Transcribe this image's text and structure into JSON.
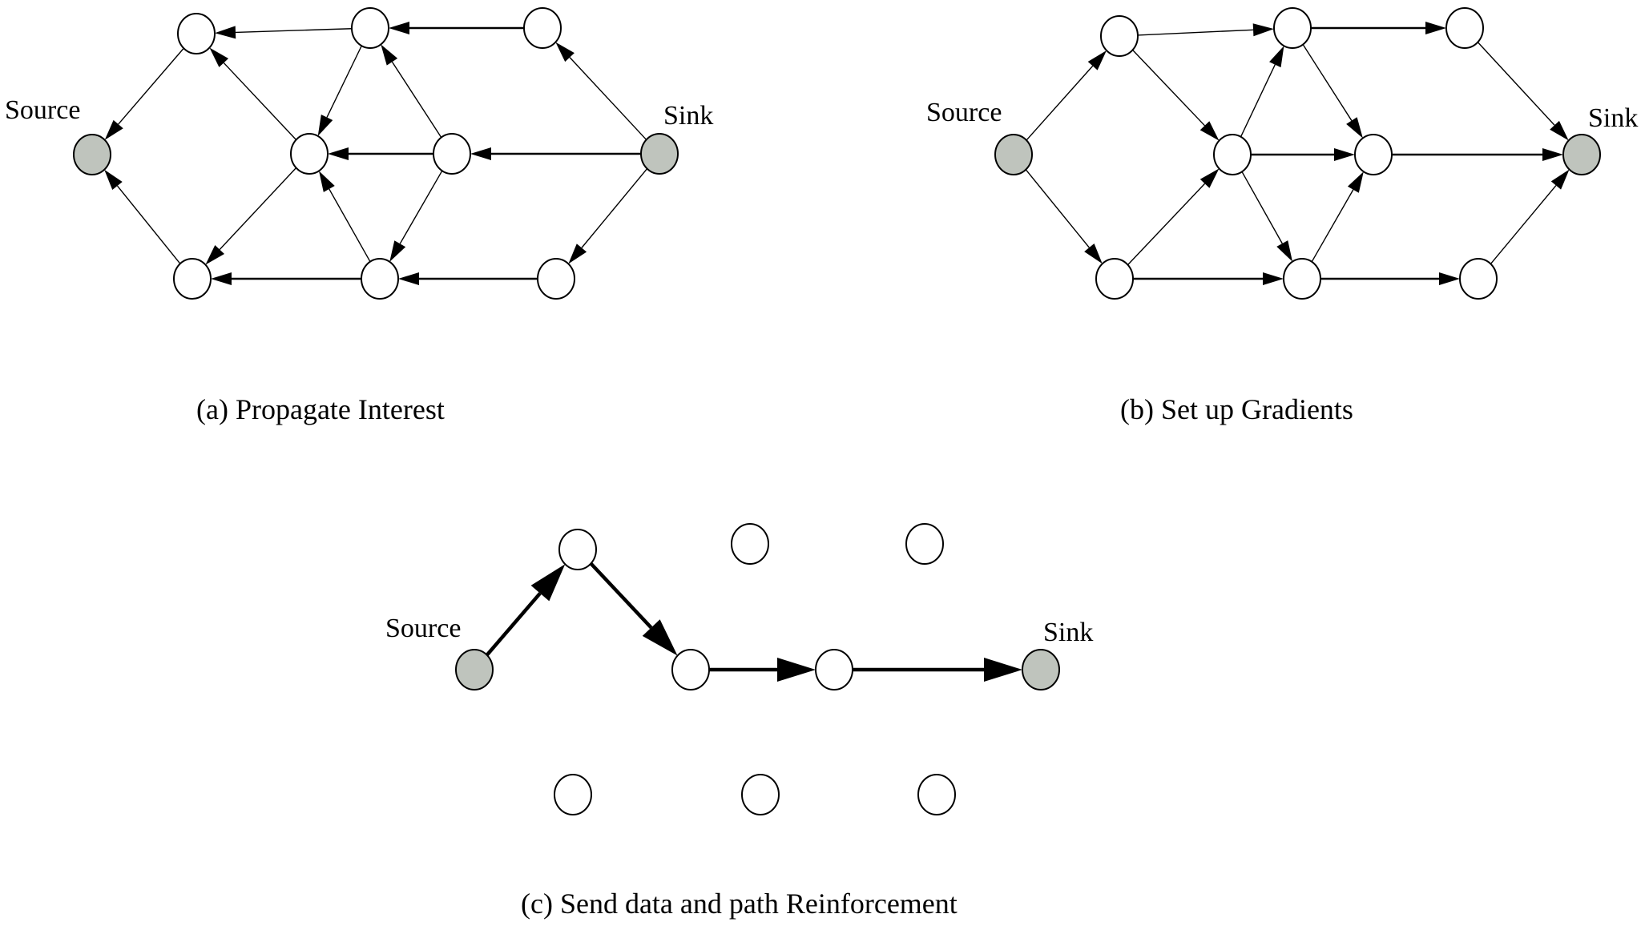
{
  "colors": {
    "node_fill": "#ffffff",
    "endpoint_fill": "#bfc4bd",
    "stroke": "#000000"
  },
  "panels": [
    {
      "id": "a",
      "caption": "(a) Propagate Interest",
      "labels": {
        "source": "Source",
        "sink": "Sink"
      },
      "nodes": [
        "source",
        "tl",
        "tm",
        "tr",
        "ml",
        "mr",
        "sink",
        "bl",
        "bm",
        "br"
      ],
      "edges": [
        [
          "tm",
          "tl"
        ],
        [
          "tr",
          "tm"
        ],
        [
          "tl",
          "source"
        ],
        [
          "bl",
          "source"
        ],
        [
          "ml",
          "tl"
        ],
        [
          "tm",
          "ml"
        ],
        [
          "mr",
          "tm"
        ],
        [
          "sink",
          "tr"
        ],
        [
          "mr",
          "ml"
        ],
        [
          "sink",
          "mr"
        ],
        [
          "ml",
          "bl"
        ],
        [
          "bm",
          "ml"
        ],
        [
          "mr",
          "bm"
        ],
        [
          "sink",
          "br"
        ],
        [
          "bm",
          "bl"
        ],
        [
          "br",
          "bm"
        ]
      ]
    },
    {
      "id": "b",
      "caption": "(b) Set up Gradients",
      "labels": {
        "source": "Source",
        "sink": "Sink"
      },
      "nodes": [
        "source",
        "tl",
        "tm",
        "tr",
        "ml",
        "mr",
        "sink",
        "bl",
        "bm",
        "br"
      ],
      "edges": [
        [
          "source",
          "tl"
        ],
        [
          "source",
          "bl"
        ],
        [
          "tl",
          "tm"
        ],
        [
          "tm",
          "tr"
        ],
        [
          "tl",
          "ml"
        ],
        [
          "ml",
          "tm"
        ],
        [
          "tm",
          "mr"
        ],
        [
          "tr",
          "sink"
        ],
        [
          "ml",
          "mr"
        ],
        [
          "mr",
          "sink"
        ],
        [
          "bl",
          "ml"
        ],
        [
          "ml",
          "bm"
        ],
        [
          "bm",
          "mr"
        ],
        [
          "br",
          "sink"
        ],
        [
          "bl",
          "bm"
        ],
        [
          "bm",
          "br"
        ]
      ]
    },
    {
      "id": "c",
      "caption": "(c) Send data and path Reinforcement",
      "labels": {
        "source": "Source",
        "sink": "Sink"
      },
      "nodes": [
        "source",
        "a",
        "b",
        "c",
        "d",
        "e",
        "sink",
        "f",
        "g",
        "h"
      ],
      "edges": [
        [
          "source",
          "a"
        ],
        [
          "a",
          "d"
        ],
        [
          "d",
          "e"
        ],
        [
          "e",
          "sink"
        ]
      ]
    }
  ]
}
